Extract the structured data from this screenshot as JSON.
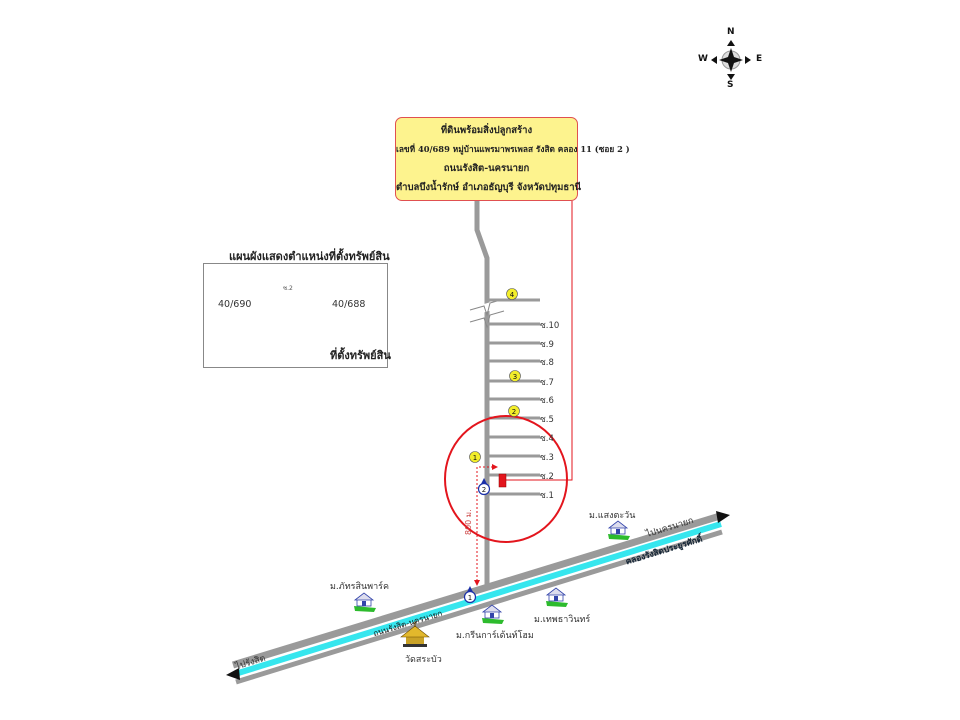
{
  "title_box": {
    "line1": "ที่ดินพร้อมสิ่งปลูกสร้าง",
    "line2": "เลขที่ 40/689  หมู่บ้านแพรมาพรเพลส รังสิต คลอง 11 (ซอย 2 )",
    "line3": "ถนนรังสิต-นครนายก",
    "line4": "ตำบลบึงน้ำรักษ์  อำเภอธัญบุรี จังหวัดปทุมธานี"
  },
  "compass": {
    "north": "N",
    "south": "S",
    "east": "E",
    "west": "W"
  },
  "inset": {
    "title": "แผนผังแสดงตำแหน่งที่ตั้งทรัพย์สิน",
    "soi_label": "ซ.2",
    "left_plot": "40/690",
    "right_plot": "40/688",
    "legend_label": "ที่ตั้งทรัพย์สิน",
    "legend_color": "#e8141c"
  },
  "soi_labels": [
    "ซ.10",
    "ซ.9",
    "ซ.8",
    "ซ.7",
    "ซ.6",
    "ซ.5",
    "ซ.4",
    "ซ.3",
    "ซ.2",
    "ซ.1"
  ],
  "markers": {
    "yellow": [
      "4",
      "3",
      "2",
      "1"
    ],
    "blue": [
      "2",
      "1"
    ]
  },
  "distance_label": "800 ม.",
  "main_road": {
    "name": "ถนนรังสิต-นครนายก",
    "canal": "คลองรังสิตประยูรศักดิ์",
    "to_east": "ไปนครนายก",
    "to_west": "ไปรังสิต"
  },
  "landmarks": {
    "village_1": "ม.แสงตะวัน",
    "village_2": "ม.ภัทรสินพาร์ค",
    "village_3": "ม.เทพธาวินทร์",
    "village_4": "ม.กรีนการ์เด้นท์โฮม",
    "temple": "วัดสระบัว"
  },
  "colors": {
    "road": "#9a9a9a",
    "canal": "#36e6ee",
    "highlight": "#e3151d",
    "callout": "#fdf38e",
    "marker_yellow": "#f3ee2a",
    "marker_blue": "#1a2fa8"
  }
}
